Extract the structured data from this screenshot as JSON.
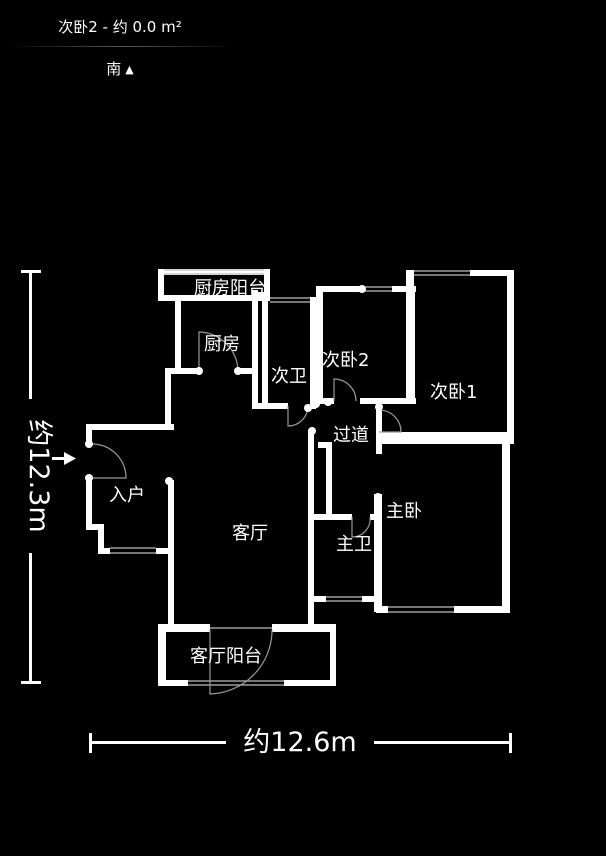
{
  "header": {
    "title": "次卧2 - 约 0.0 m²",
    "compass_label": "南",
    "compass_icon": "triangle-up-icon"
  },
  "rooms": [
    {
      "id": "kitchen-balcony",
      "label": "厨房阳台"
    },
    {
      "id": "kitchen",
      "label": "厨房"
    },
    {
      "id": "second-bath",
      "label": "次卫"
    },
    {
      "id": "second-bedroom-2",
      "label": "次卧2"
    },
    {
      "id": "second-bedroom-1",
      "label": "次卧1"
    },
    {
      "id": "hallway",
      "label": "过道"
    },
    {
      "id": "entrance",
      "label": "入户"
    },
    {
      "id": "living-room",
      "label": "客厅"
    },
    {
      "id": "master-bedroom",
      "label": "主卧"
    },
    {
      "id": "master-bath",
      "label": "主卫"
    },
    {
      "id": "living-balcony",
      "label": "客厅阳台"
    }
  ],
  "dimensions": {
    "width": "约12.6m",
    "height": "约12.3m"
  },
  "colors": {
    "background": "#000000",
    "walls": "#ffffff",
    "windows": "#bbbbbb"
  }
}
